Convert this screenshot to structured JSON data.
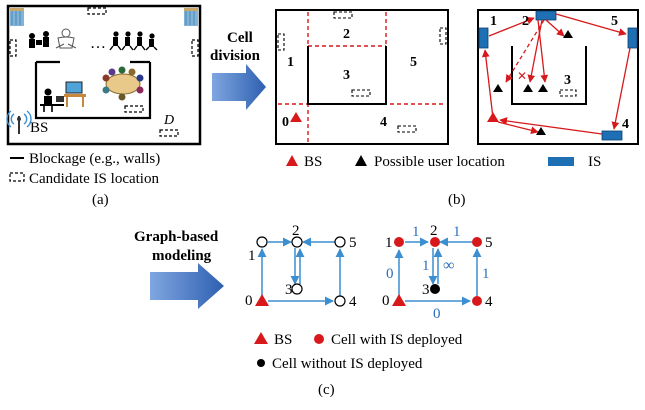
{
  "panel_a": {
    "bs_label": "BS",
    "region_label": "D",
    "legend": {
      "blockage": "Blockage (e.g., walls)",
      "candidate": "Candidate IS location"
    },
    "caption": "(a)"
  },
  "arrow_cell_division": {
    "line1": "Cell",
    "line2": "division"
  },
  "panel_b": {
    "cells_left": [
      "0",
      "1",
      "2",
      "3",
      "4",
      "5"
    ],
    "cells_right": [
      "1",
      "2",
      "3",
      "4",
      "5"
    ],
    "legend": {
      "bs": "BS",
      "user": "Possible user location",
      "is": "IS"
    },
    "caption": "(b)"
  },
  "arrow_graph": {
    "line1": "Graph-based",
    "line2": "modeling"
  },
  "panel_c": {
    "node_labels": [
      "0",
      "1",
      "2",
      "3",
      "4",
      "5"
    ],
    "edge_weights": [
      "0",
      "1",
      "1",
      "1",
      "∞",
      "0",
      "1"
    ],
    "legend": {
      "bs": "BS",
      "with_is": "Cell with IS deployed",
      "without_is": "Cell without IS deployed"
    },
    "caption": "(c)"
  },
  "colors": {
    "red": "#d7191c",
    "blue_edge": "#3b8ed0",
    "is_blue": "#1f6fb5",
    "arrow_fill": "#3f6fbf",
    "weight_blue": "#2a6ebb"
  }
}
